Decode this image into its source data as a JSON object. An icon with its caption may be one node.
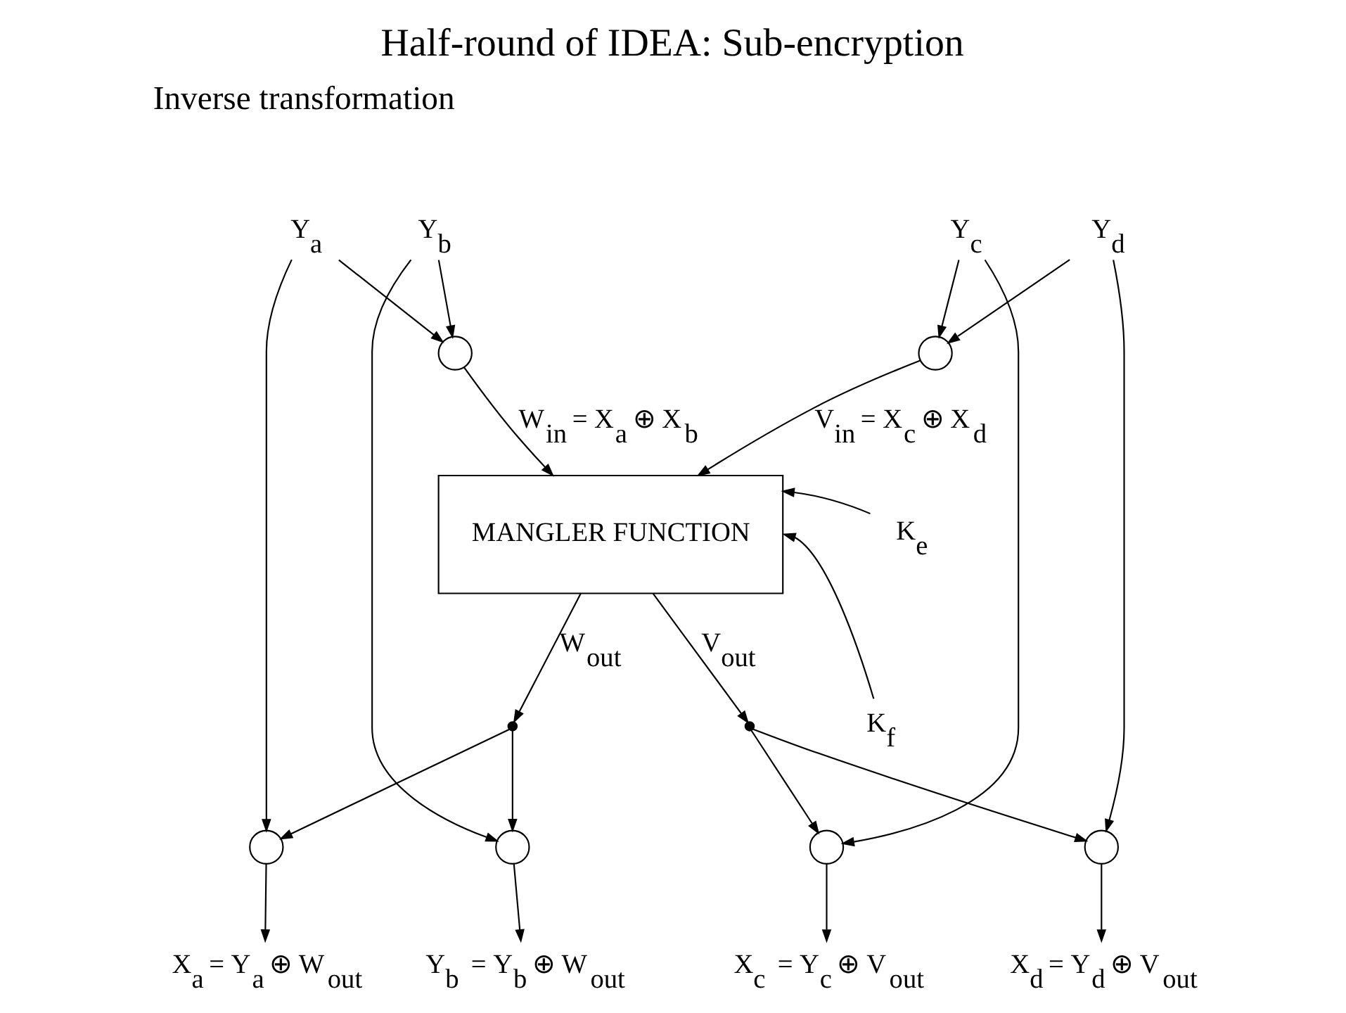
{
  "diagram": {
    "title": "Half-round of IDEA: Sub-encryption",
    "nodes": [
      {
        "text": [
          "Y$_{a}$"
        ]
      },
      {
        "text": [
          "Y$_{b}$"
        ]
      },
      {
        "text": [
          "Y$_{c}$"
        ]
      },
      {
        "text": [
          "Y$_{d}$"
        ]
      },
      {
        "text": [],
        "shape": "circle"
      },
      {
        "text": [],
        "shape": "circle"
      },
      {
        "text": [
          "MANGLER FUNCTION"
        ]
      },
      {
        "text": [
          "K$_{e}$"
        ]
      },
      {
        "text": [
          "K$_{f}$"
        ]
      },
      {
        "text": [],
        "shape": "dot"
      },
      {
        "text": [],
        "shape": "dot"
      },
      {
        "text": [],
        "shape": "circle"
      },
      {
        "text": [],
        "shape": "circle"
      },
      {
        "text": [],
        "shape": "circle"
      },
      {
        "text": [],
        "shape": "circle"
      },
      {
        "text": [
          "X$_{a}$ = Y$_{a}$ ⊕ W$_{out}$"
        ]
      },
      {
        "text": [
          "Y$_{b}$  = Y$_{b}$ ⊕ W$_{out}$"
        ]
      },
      {
        "text": [
          "X$_{c}$  = Y$_{c}$ ⊕ V$_{out}$"
        ]
      },
      {
        "text": [
          "X$_{d}$ = Y$_{d}$ ⊕ V$_{out}$"
        ]
      }
    ],
    "edges": [
      {
        "from": 0,
        "to": 4,
        "arrow": "to"
      },
      {
        "from": 1,
        "to": 4,
        "arrow": "to"
      },
      {
        "from": 2,
        "to": 5,
        "arrow": "to"
      },
      {
        "from": 3,
        "to": 5,
        "arrow": "to"
      },
      {
        "from": 4,
        "to": 6,
        "arrow": "to",
        "label": "W$_{in}$ = X$_{a}$ ⊕ X$_{b}$"
      },
      {
        "from": 5,
        "to": 6,
        "arrow": "to",
        "label": "V$_{in}$ = X$_{c}$ ⊕ X$_{d}$"
      },
      {
        "from": 7,
        "to": 6,
        "arrow": "to"
      },
      {
        "from": 8,
        "to": 6,
        "arrow": "to"
      },
      {
        "from": 6,
        "to": 9,
        "arrow": "to",
        "label": "W$_{out}$"
      },
      {
        "from": 6,
        "to": 10,
        "arrow": "to",
        "label": "V$_{out}$"
      },
      {
        "from": 9,
        "to": 11,
        "arrow": "to"
      },
      {
        "from": 9,
        "to": 12,
        "arrow": "to"
      },
      {
        "from": 10,
        "to": 13,
        "arrow": "to"
      },
      {
        "from": 10,
        "to": 14,
        "arrow": "to"
      },
      {
        "from": 0,
        "to": 11,
        "arrow": "to"
      },
      {
        "from": 1,
        "to": 12,
        "arrow": "to"
      },
      {
        "from": 2,
        "to": 13,
        "arrow": "to"
      },
      {
        "from": 3,
        "to": 14,
        "arrow": "to"
      },
      {
        "from": 11,
        "to": 15,
        "arrow": "to"
      },
      {
        "from": 12,
        "to": 16,
        "arrow": "to"
      },
      {
        "from": 13,
        "to": 17,
        "arrow": "to"
      },
      {
        "from": 14,
        "to": 18,
        "arrow": "to"
      }
    ],
    "labels": [
      "Inverse transformation"
    ]
  }
}
